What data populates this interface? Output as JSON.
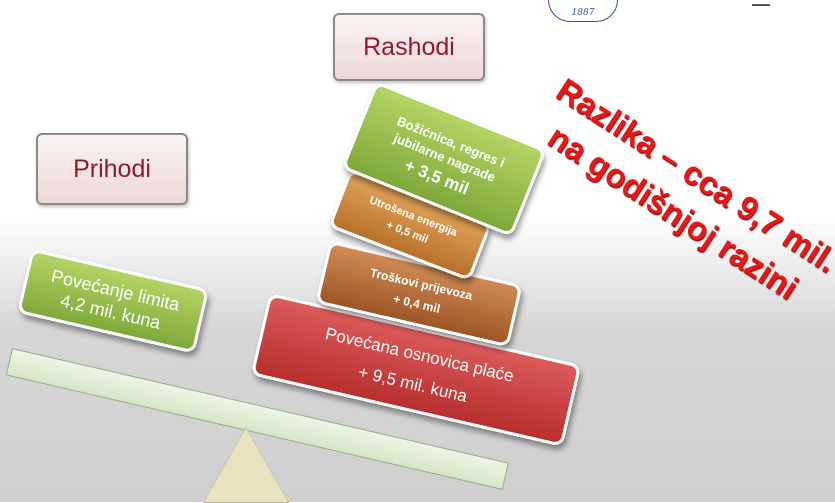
{
  "logo": {
    "year": "1887"
  },
  "labels": {
    "rashodi": "Rashodi",
    "prihodi": "Prihodi"
  },
  "blocks": {
    "bozicnica": {
      "line1": "Božićnica, regres i",
      "line2": "jubilarne nagrade",
      "amount": "+ 3,5 mil"
    },
    "energija": {
      "line1": "Utrošena energija",
      "amount": "+ 0,5 mil"
    },
    "prijevoz": {
      "line1": "Troškovi prijevoza",
      "amount": "+ 0,4 mil"
    },
    "placa": {
      "line1": "Povećana osnovica plaće",
      "amount": "+ 9,5 mil. kuna"
    },
    "limit": {
      "line1": "Povećanje limita",
      "line2": "4,2 mil. kuna"
    }
  },
  "headline": {
    "line1": "Razlika – cca 9,7 mil.",
    "line2": "na godišnjoj razini"
  }
}
